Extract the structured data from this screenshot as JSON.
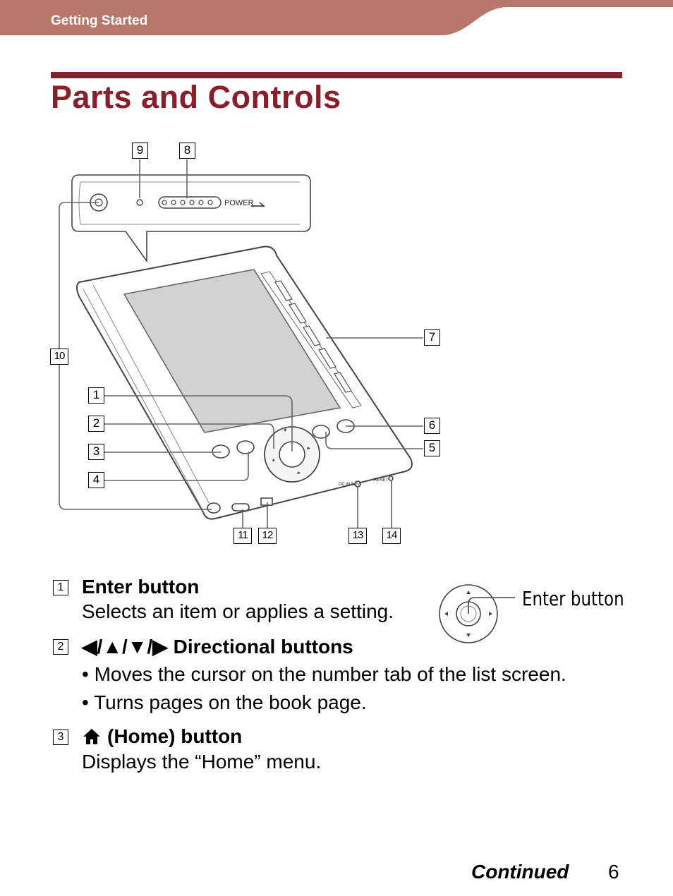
{
  "header": {
    "section": "Getting Started",
    "band_color": "#b8776b"
  },
  "page": {
    "title": "Parts and Controls",
    "accent_color": "#8b1e2b"
  },
  "diagram": {
    "callouts": [
      "9",
      "8",
      "10",
      "7",
      "1",
      "2",
      "3",
      "4",
      "6",
      "5",
      "11",
      "12",
      "13",
      "14"
    ],
    "power_label": "POWER",
    "reset_label": "RESET",
    "dc_in_label": "DC IN 5.2V"
  },
  "items": [
    {
      "number": "1",
      "title": "Enter button",
      "text": "Selects an item or applies a setting."
    },
    {
      "number": "2",
      "title_arrows": "◀/▲/▼/▶",
      "title": "Directional buttons",
      "bullets": [
        "• Moves the cursor on the number tab of the list screen.",
        "• Turns pages on the book page."
      ]
    },
    {
      "number": "3",
      "title_icon": "home-icon",
      "title": "(Home) button",
      "text": "Displays the “Home” menu."
    }
  ],
  "enter_diagram": {
    "label": "Enter button"
  },
  "footer": {
    "continued": "Continued",
    "page_number": "6"
  }
}
